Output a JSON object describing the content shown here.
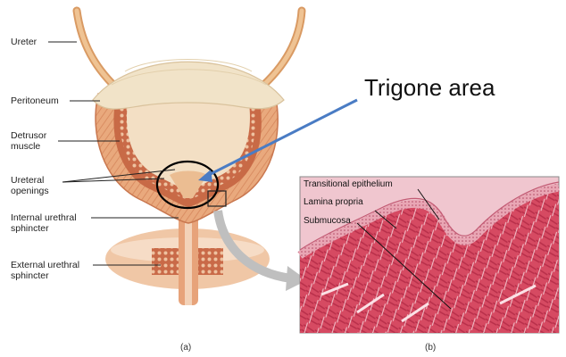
{
  "labels": {
    "ureter": "Ureter",
    "peritoneum": "Peritoneum",
    "detrusor_muscle": [
      "Detrusor",
      "muscle"
    ],
    "ureteral_openings": [
      "Ureteral",
      "openings"
    ],
    "internal_urethral_sphincter": [
      "Internal urethral",
      "sphincter"
    ],
    "external_urethral_sphincter": [
      "External urethral",
      "sphincter"
    ]
  },
  "callout": "Trigone area",
  "histology": {
    "transitional_epithelium": "Transitional epithelium",
    "lamina_propria": "Lamina propria",
    "submucosa": "Submucosa"
  },
  "captions": {
    "a": "(a)",
    "b": "(b)"
  },
  "colors": {
    "muscle": "#e8a77b",
    "muscle_stripe": "#d4845a",
    "wall_dark": "#c75f3b",
    "lumen": "#f3dfc4",
    "peritoneum": "#f1e3c8",
    "ureter": "#e6b27a",
    "arrow_blue": "#4a7cc4",
    "zoom_arrow": "#bfbfbf",
    "tissue": "#d9536a",
    "tissue_light": "#f0c6cf"
  }
}
